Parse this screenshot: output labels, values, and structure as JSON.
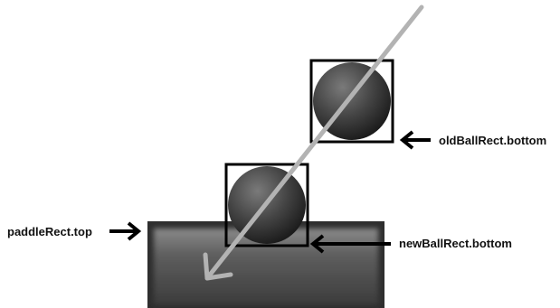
{
  "labels": {
    "old_ball_bottom": "oldBallRect.bottom",
    "new_ball_bottom": "newBallRect.bottom",
    "paddle_top": "paddleRect.top"
  },
  "colors": {
    "background": "#ffffff",
    "ball_light": "#6e6e6e",
    "ball_dark": "#1f1f1f",
    "paddle_light": "#7a7a7a",
    "paddle_dark": "#3a3a3a",
    "trajectory": "#b3b3b3",
    "box_stroke": "#000000",
    "arrow": "#000000"
  },
  "icons": {
    "trajectory": "diagonal-arrow-down-left",
    "pointer": "arrow-left-right"
  }
}
